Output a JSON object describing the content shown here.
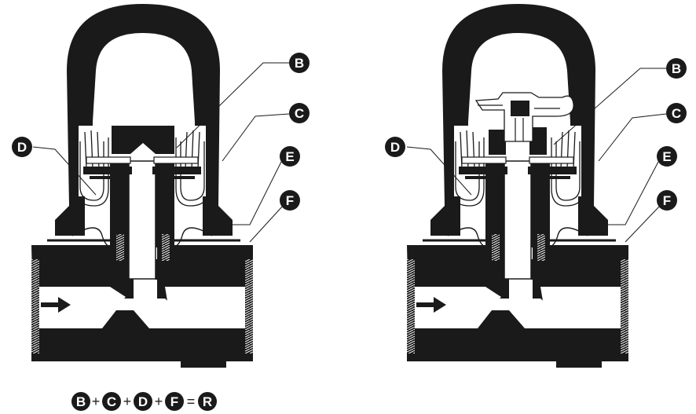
{
  "colors": {
    "ink": "#1a1a1a",
    "paper": "#ffffff",
    "part": "#e9e9e9"
  },
  "left_view": {
    "callouts": [
      {
        "id": "B",
        "label": "B"
      },
      {
        "id": "C",
        "label": "C"
      },
      {
        "id": "D",
        "label": "D"
      },
      {
        "id": "E",
        "label": "E"
      },
      {
        "id": "F",
        "label": "F"
      }
    ]
  },
  "right_view": {
    "callouts": [
      {
        "id": "B",
        "label": "B"
      },
      {
        "id": "C",
        "label": "C"
      },
      {
        "id": "D",
        "label": "D"
      },
      {
        "id": "E",
        "label": "E"
      },
      {
        "id": "F",
        "label": "F"
      }
    ]
  },
  "formula": {
    "terms": [
      "B",
      "C",
      "D",
      "F"
    ],
    "plus": "+",
    "equals": "=",
    "result": "R"
  }
}
